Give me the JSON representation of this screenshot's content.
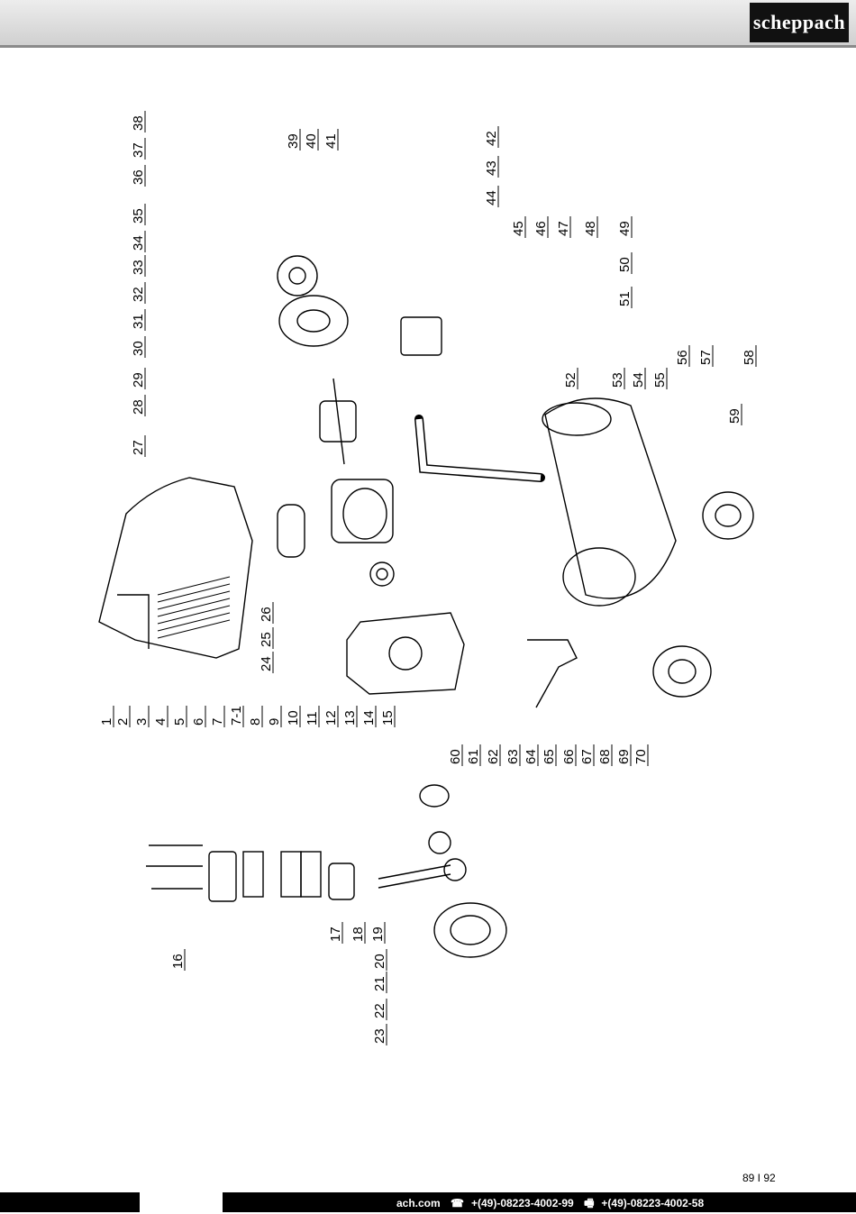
{
  "header": {
    "brand": "scheppach"
  },
  "diagram": {
    "part_numbers": [
      "1",
      "2",
      "3",
      "4",
      "5",
      "6",
      "7",
      "7-1",
      "8",
      "9",
      "10",
      "11",
      "12",
      "13",
      "14",
      "15",
      "16",
      "17",
      "18",
      "19",
      "20",
      "21",
      "22",
      "23",
      "24",
      "25",
      "26",
      "27",
      "28",
      "29",
      "30",
      "31",
      "32",
      "33",
      "34",
      "35",
      "36",
      "37",
      "38",
      "39",
      "40",
      "41",
      "42",
      "43",
      "44",
      "45",
      "46",
      "47",
      "48",
      "49",
      "50",
      "51",
      "52",
      "53",
      "54",
      "55",
      "56",
      "57",
      "58",
      "59",
      "60",
      "61",
      "62",
      "63",
      "64",
      "65",
      "66",
      "67",
      "68",
      "69",
      "70"
    ]
  },
  "footer": {
    "website": "ach.com",
    "phone_icon": "phone-icon",
    "phone": "+(49)-08223-4002-99",
    "fax_icon": "fax-icon",
    "fax": "+(49)-08223-4002-58"
  },
  "page_number": "89 I 92"
}
